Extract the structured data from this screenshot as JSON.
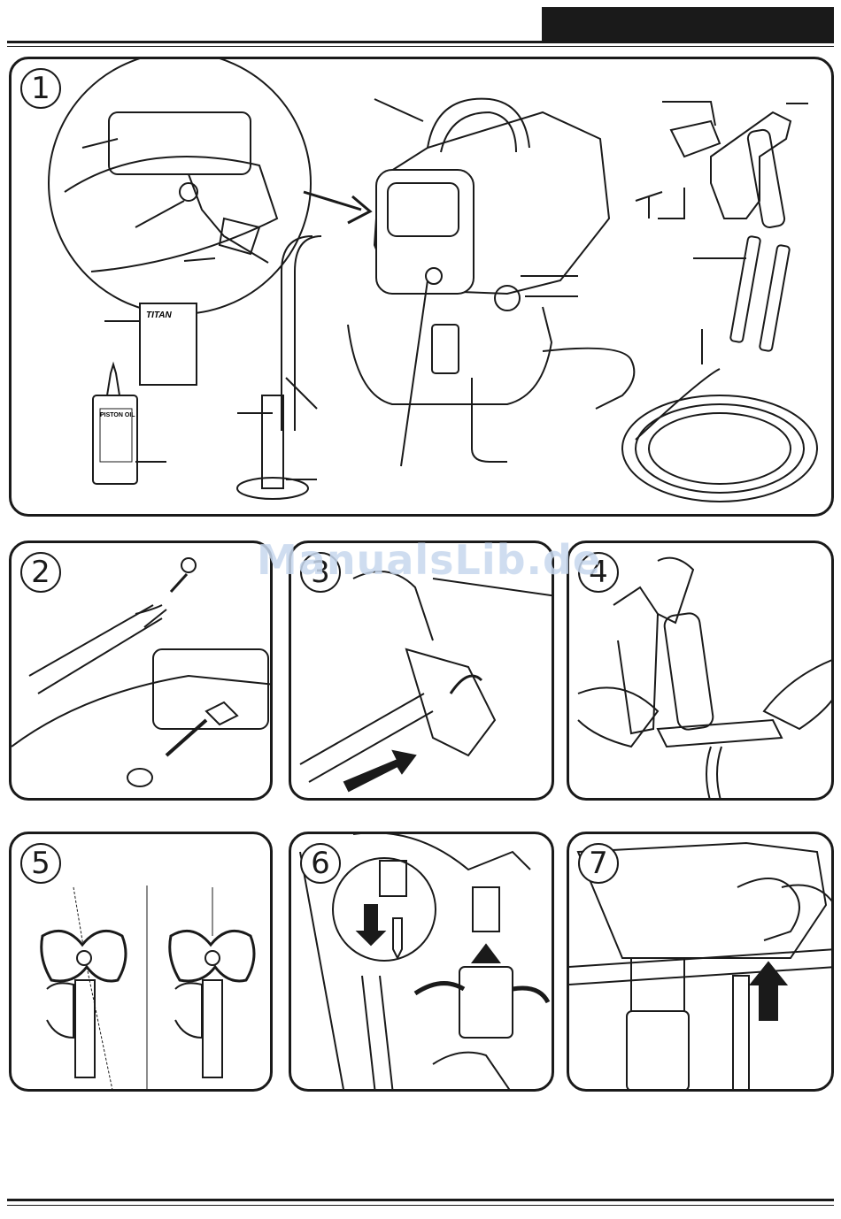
{
  "header": {
    "rule_color": "#1a1a1a"
  },
  "watermark": "ManualsLib.de",
  "steps": [
    {
      "number": "1"
    },
    {
      "number": "2"
    },
    {
      "number": "3"
    },
    {
      "number": "4"
    },
    {
      "number": "5"
    },
    {
      "number": "6"
    },
    {
      "number": "7"
    }
  ],
  "manual": {
    "brand": "TITAN"
  },
  "oil": {
    "label": "PISTON OIL"
  }
}
